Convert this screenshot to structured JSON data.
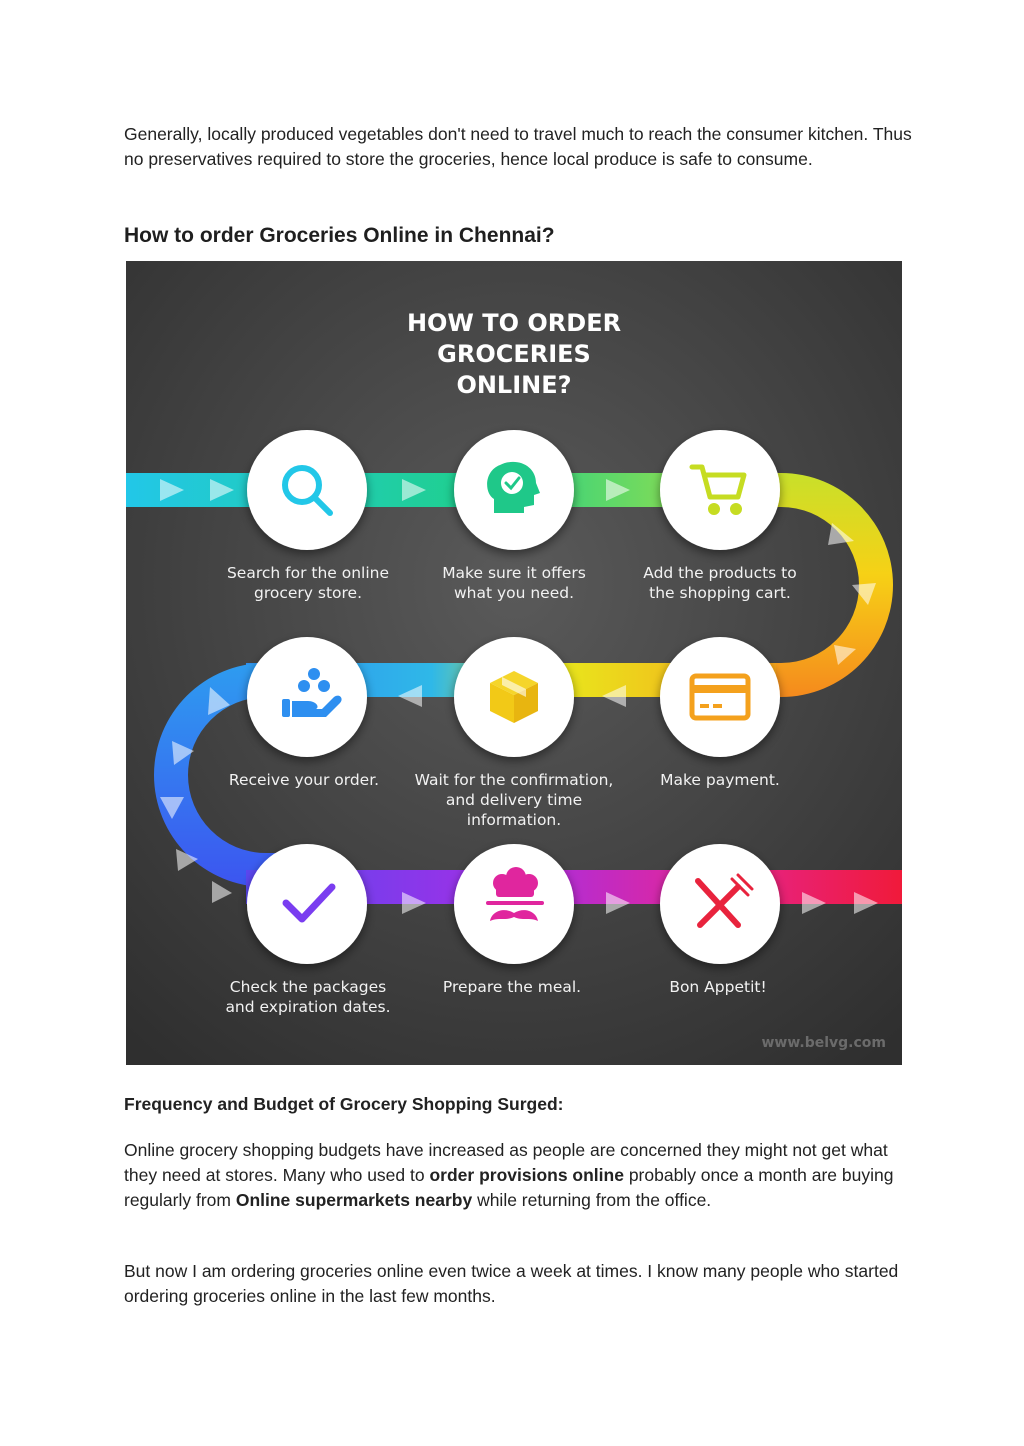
{
  "intro": {
    "text": "Generally, locally produced vegetables don't need to travel much to reach the consumer kitchen. Thus no preservatives required to store the groceries, hence local produce is safe to consume."
  },
  "section_heading": "How to order Groceries Online in Chennai?",
  "infographic": {
    "title_lines": [
      "HOW TO ORDER",
      "GROCERIES",
      "ONLINE?"
    ],
    "steps": [
      {
        "label": "Search for the online\ngrocery store.",
        "icon": "search-icon",
        "color": "#22c7e8"
      },
      {
        "label": "Make sure it offers\nwhat you need.",
        "icon": "head-check-icon",
        "color": "#1fc889"
      },
      {
        "label": "Add the products to\nthe shopping cart.",
        "icon": "cart-icon",
        "color": "#c6dc22"
      },
      {
        "label": "Make payment.",
        "icon": "credit-card-icon",
        "color": "#f4a11d"
      },
      {
        "label": "Wait for the confirmation,\nand delivery time\ninformation.",
        "icon": "box-icon",
        "color": "#f2d317"
      },
      {
        "label": "Receive your order.",
        "icon": "hand-receive-icon",
        "color": "#2e8ff0"
      },
      {
        "label": "Check the packages\nand expiration dates.",
        "icon": "checkmark-icon",
        "color": "#7a3df0"
      },
      {
        "label": "Prepare the meal.",
        "icon": "chef-icon",
        "color": "#e0269e"
      },
      {
        "label": "Bon Appetit!",
        "icon": "fork-knife-icon",
        "color": "#e8233d"
      }
    ],
    "watermark": "www.belvg.com"
  },
  "subheading": "Frequency and Budget of Grocery Shopping Surged:",
  "paragraph2": {
    "part1": "Online grocery shopping budgets have increased as people are concerned they might not get what they need at stores. Many who used to ",
    "bold1": "order provisions online",
    "part2": " probably once a month are buying regularly from ",
    "bold2": "Online supermarkets nearby",
    "part3": " while returning from the office."
  },
  "paragraph3": {
    "text": "But now I am ordering groceries online even twice a week at times. I know many people who started ordering groceries online in the last few months."
  }
}
